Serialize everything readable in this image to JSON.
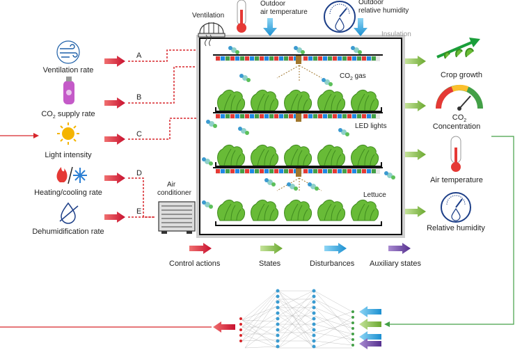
{
  "inputs": {
    "ventilation_rate": "Ventilation rate",
    "co2_supply_rate": "CO",
    "co2_supply_rate_sub": "2",
    "co2_supply_rate_rest": " supply rate",
    "light_intensity": "Light intensity",
    "heating_cooling_rate": "Heating/cooling rate",
    "dehumidification_rate": "Dehumidification rate"
  },
  "letters": [
    "A",
    "B",
    "C",
    "D",
    "E"
  ],
  "greenhouse": {
    "ventilation": "Ventilation",
    "outdoor_temp_1": "Outdoor",
    "outdoor_temp_2": "air temperature",
    "outdoor_rh_1": "Outdoor",
    "outdoor_rh_2": "relative humidity",
    "insulation": "Insulation",
    "co2_gas_main": "CO",
    "co2_gas_sub": "2",
    "co2_gas_rest": " gas",
    "led_lights": "LED lights",
    "lettuce": "Lettuce",
    "air_conditioner_1": "Air",
    "air_conditioner_2": "conditioner"
  },
  "outputs": {
    "crop_growth": "Crop growth",
    "co2_conc_main": "CO",
    "co2_conc_sub": "2",
    "co2_conc_2": "Concentration",
    "air_temperature": "Air temperature",
    "relative_humidity": "Relative humidity"
  },
  "legend": {
    "control_actions": "Control actions",
    "states": "States",
    "disturbances": "Disturbances",
    "auxiliary_states": "Auxiliary states"
  },
  "colors": {
    "control": "#d7262b",
    "state": "#7cb342",
    "disturbance": "#29a9e0",
    "auxiliary": "#6a3d9a",
    "leaf": "#6abf3a"
  }
}
